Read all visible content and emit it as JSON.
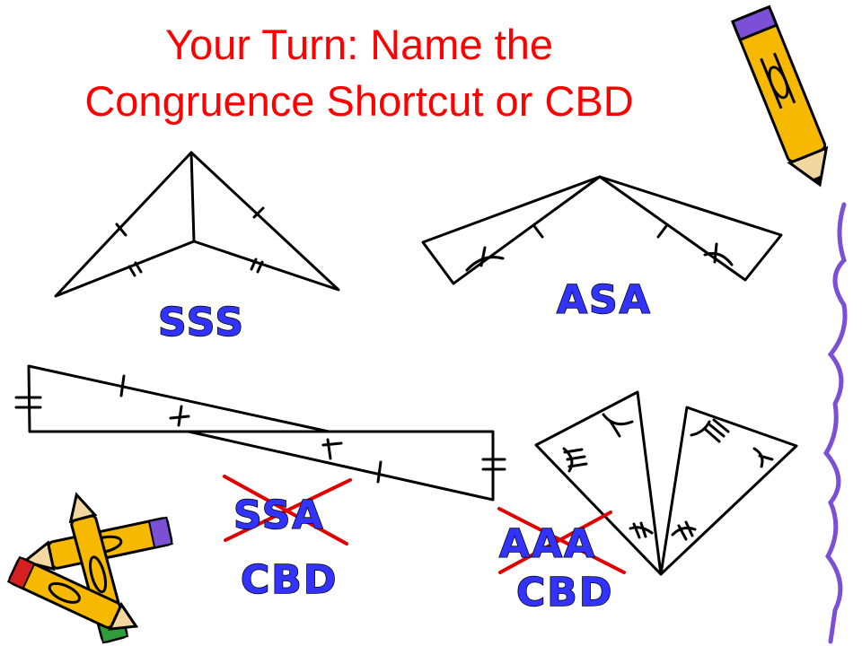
{
  "title": {
    "line1": "Your Turn: Name the",
    "line2": "Congruence Shortcut or CBD"
  },
  "answers": {
    "sss": "SSS",
    "asa": "ASA",
    "ssa": "SSA",
    "ssa_verdict": "CBD",
    "aaa": "AAA",
    "aaa_verdict": "CBD"
  },
  "colors": {
    "title": "#ff0000",
    "answer_fill": "#3333ff",
    "strike": "#e00000",
    "diagram_stroke": "#000000",
    "pencil_body": "#f7b800",
    "pencil_purple": "#7b4fd6"
  },
  "icons": {
    "top_right": "pencil-icon",
    "bottom_left": "pencil-bundle-icon",
    "right_edge": "squiggle-border"
  }
}
